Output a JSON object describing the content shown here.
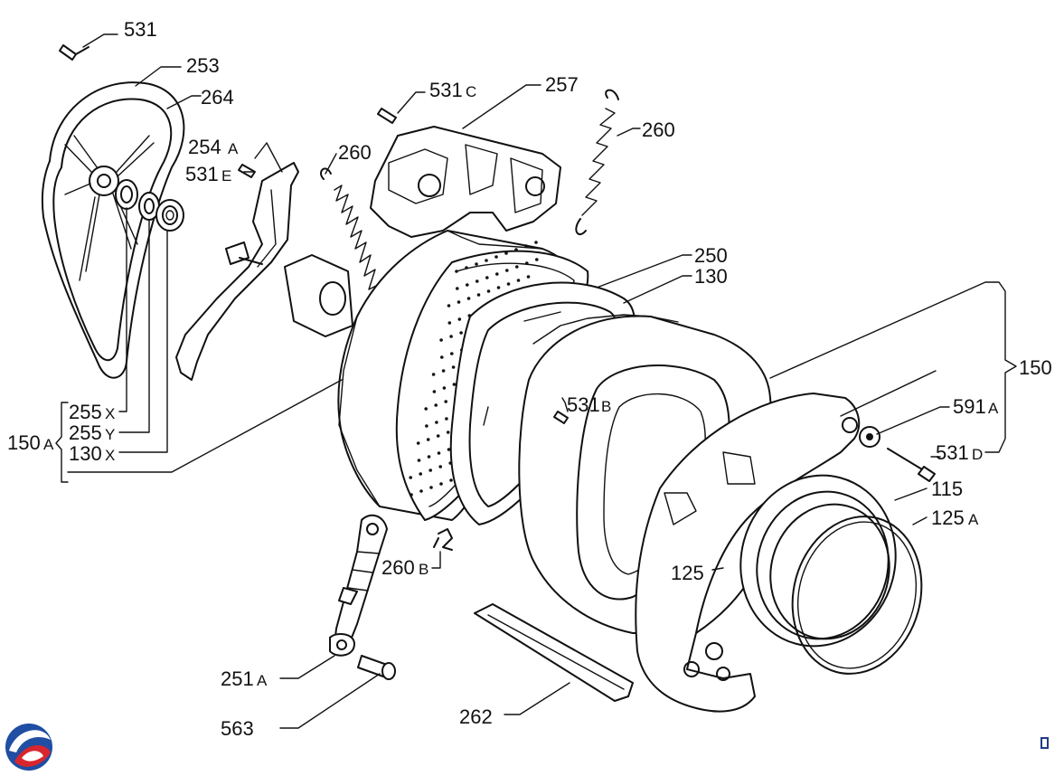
{
  "labels": {
    "l531": "531",
    "l253": "253",
    "l264": "264",
    "l254A": "254",
    "l254A_s": "A",
    "l531E": "531",
    "l531E_s": "E",
    "l531C": "531",
    "l531C_s": "C",
    "l257": "257",
    "l260a": "260",
    "l260b": "260",
    "l250": "250",
    "l130": "130",
    "l150": "150",
    "l531B": "531",
    "l531B_s": "B",
    "l591A": "591",
    "l591A_s": "A",
    "l531D": "531",
    "l531D_s": "D",
    "l115": "115",
    "l125A": "125",
    "l125A_s": "A",
    "l125": "125",
    "l150A": "150",
    "l150A_s": "A",
    "l255X": "255",
    "l255X_s": "X",
    "l255Y": "255",
    "l255Y_s": "Y",
    "l130X": "130",
    "l130X_s": "X",
    "l260B": "260",
    "l260B_s": "B",
    "l251A": "251",
    "l251A_s": "A",
    "l563": "563",
    "l262": "262"
  },
  "logo": {
    "name": "brand-logo",
    "colors": [
      "#1f4ea3",
      "#d8262e"
    ]
  }
}
